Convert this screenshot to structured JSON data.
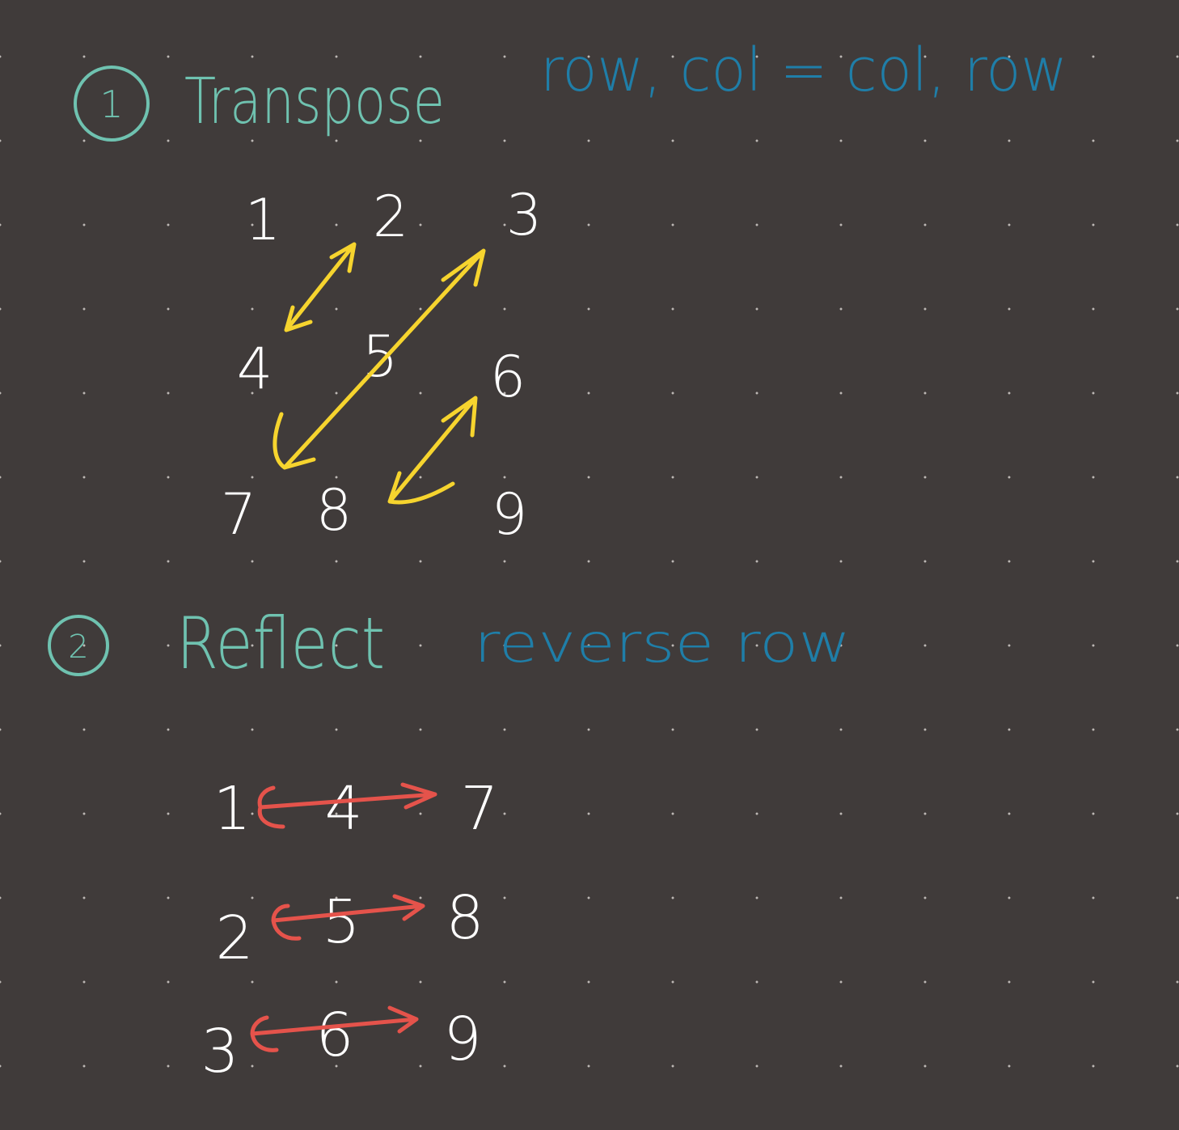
{
  "colors": {
    "background": "#403b3a",
    "dots": "#bdb8b5",
    "heading": "#6fc2b0",
    "note": "#1f7ea8",
    "digits": "#ffffff",
    "transpose_arrows": "#f6d42e",
    "reflect_arrows": "#e5534b"
  },
  "step1": {
    "number": "1",
    "title": "Transpose",
    "note": "row, col = col, row",
    "grid": [
      "1",
      "2",
      "3",
      "4",
      "5",
      "6",
      "7",
      "8",
      "9"
    ]
  },
  "step2": {
    "number": "2",
    "title": "Reflect",
    "note": "reverse row",
    "grid": [
      "1",
      "4",
      "7",
      "2",
      "5",
      "8",
      "3",
      "6",
      "9"
    ]
  }
}
